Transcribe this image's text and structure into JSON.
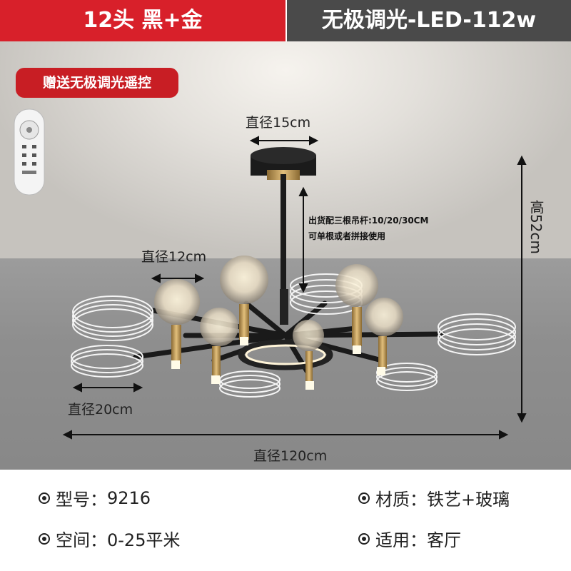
{
  "banner": {
    "left_text": "12头 黑+金",
    "right_text": "无极调光-LED-112w"
  },
  "remote_badge": "赠送无极调光遥控",
  "dimensions": {
    "top_canopy": "直径15cm",
    "globe": "直径12cm",
    "ring": "直径20cm",
    "overall_width": "直径120cm",
    "height": "高52cm"
  },
  "rod_note": {
    "line1": "出货配三根吊杆:10/20/30CM",
    "line2": "可单根或者拼接使用"
  },
  "specs": [
    {
      "label": "型号：",
      "value": "9216"
    },
    {
      "label": "材质：",
      "value": "铁艺+玻璃"
    },
    {
      "label": "空间：",
      "value": "0-25平米"
    },
    {
      "label": "适用：",
      "value": "客厅"
    }
  ],
  "colors": {
    "banner_red": "#d8202a",
    "banner_gray": "#4a4a4a",
    "badge_red": "#c81e24",
    "gold": "#c9a25a",
    "black": "#1b1b1b"
  },
  "icons": [
    "remote-control-icon",
    "dimension-arrow-icon",
    "bullet-icon",
    "chandelier-image"
  ]
}
